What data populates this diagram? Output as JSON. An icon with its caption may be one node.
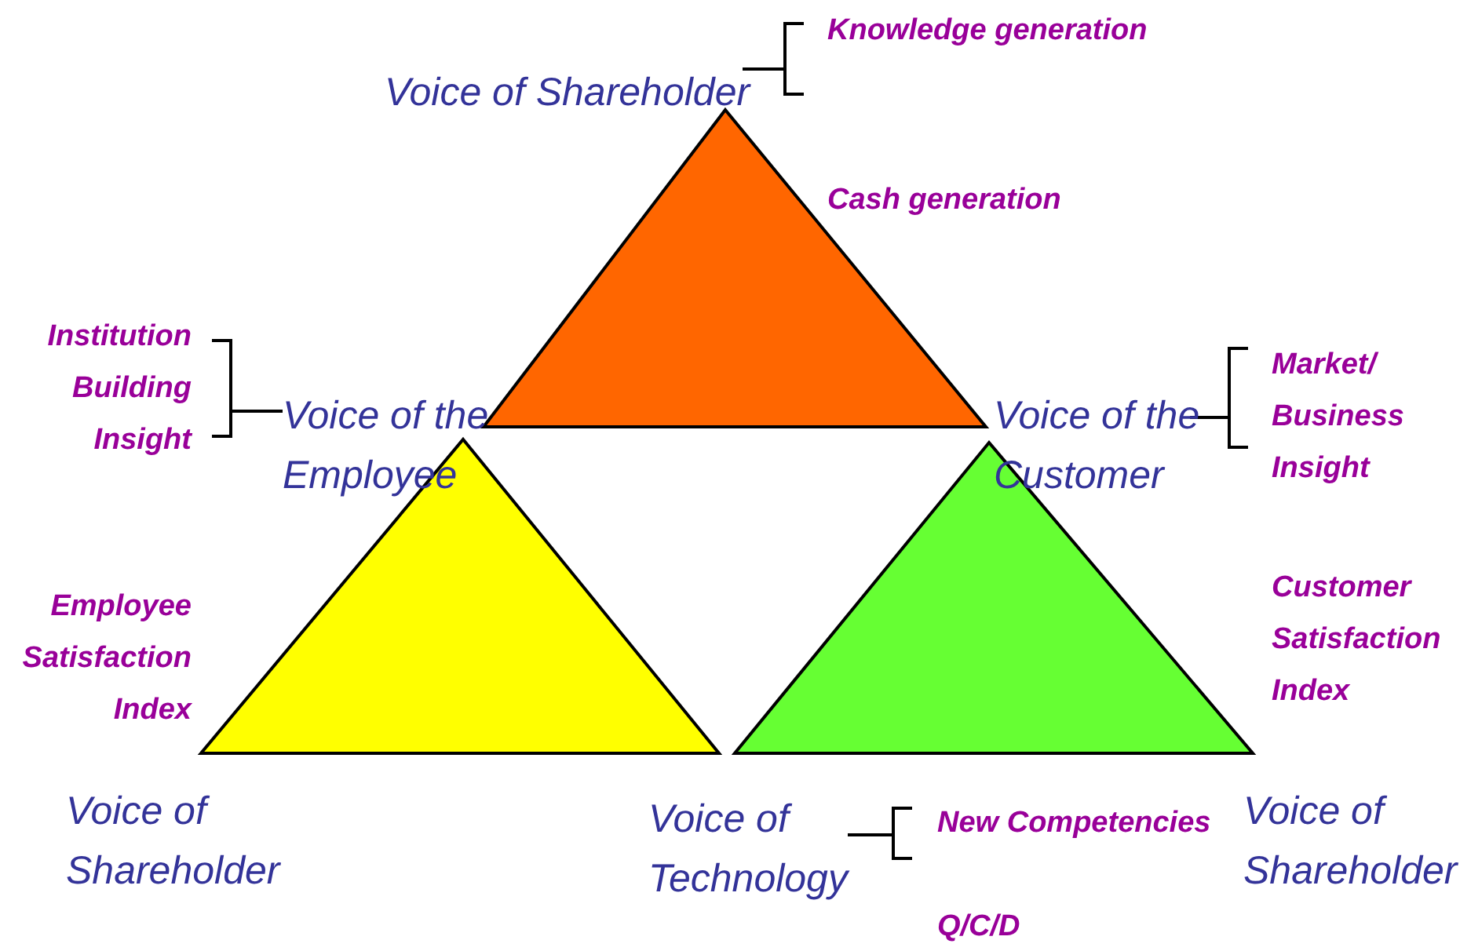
{
  "diagram": {
    "nodes": [
      {
        "text": [],
        "shape": "triangle"
      },
      {
        "text": [],
        "shape": "triangle"
      },
      {
        "text": [],
        "shape": "triangle"
      }
    ],
    "labels": [
      "Knowledge generation",
      "Voice of Shareholder",
      "Cash generation",
      "Institution Building Insight",
      "Voice of the Employee",
      "Voice of the Customer",
      "Market/ Business Insight",
      "Employee Satisfaction Index",
      "Customer Satisfaction Index",
      "Voice of Shareholder",
      "Voice of Technology",
      "New Competencies",
      "Voice of Shareholder",
      "Q/C/D"
    ]
  }
}
